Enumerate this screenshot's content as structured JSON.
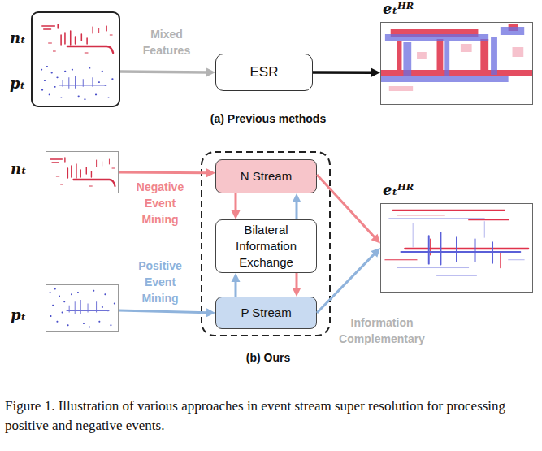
{
  "diagram": {
    "caption": "Figure 1. Illustration of various approaches in event stream super resolution for processing positive and negative events.",
    "nodes": [
      {
        "text": [
          "nₜ",
          "pₜ"
        ]
      },
      {
        "text": [
          "ESR"
        ]
      },
      {
        "text": [
          "eₜᴴᴿ"
        ]
      },
      {
        "text": [
          "nₜ"
        ]
      },
      {
        "text": [
          "N Stream"
        ]
      },
      {
        "text": [
          "Bilateral Information Exchange"
        ]
      },
      {
        "text": [
          "P Stream"
        ]
      },
      {
        "text": [
          "pₜ"
        ]
      },
      {
        "text": [
          "eₜᴴᴿ"
        ]
      }
    ],
    "edges": [
      {
        "from": 0,
        "to": 1,
        "label": "Mixed Features",
        "arrow": "to"
      },
      {
        "from": 1,
        "to": 2,
        "arrow": "to"
      },
      {
        "from": 3,
        "to": 4,
        "label": "Negative Event Mining",
        "arrow": "to"
      },
      {
        "from": 7,
        "to": 6,
        "label": "Positive Event Mining",
        "arrow": "to"
      },
      {
        "from": 4,
        "to": 5,
        "arrow": "to"
      },
      {
        "from": 5,
        "to": 6,
        "arrow": "to"
      },
      {
        "from": 6,
        "to": 5,
        "arrow": "to"
      },
      {
        "from": 5,
        "to": 4,
        "arrow": "to"
      },
      {
        "from": 4,
        "to": 8,
        "arrow": "to"
      },
      {
        "from": 6,
        "to": 8,
        "arrow": "to"
      }
    ],
    "labels": [
      "(a) Previous methods",
      "(b) Ours",
      "Information Complementary"
    ]
  }
}
